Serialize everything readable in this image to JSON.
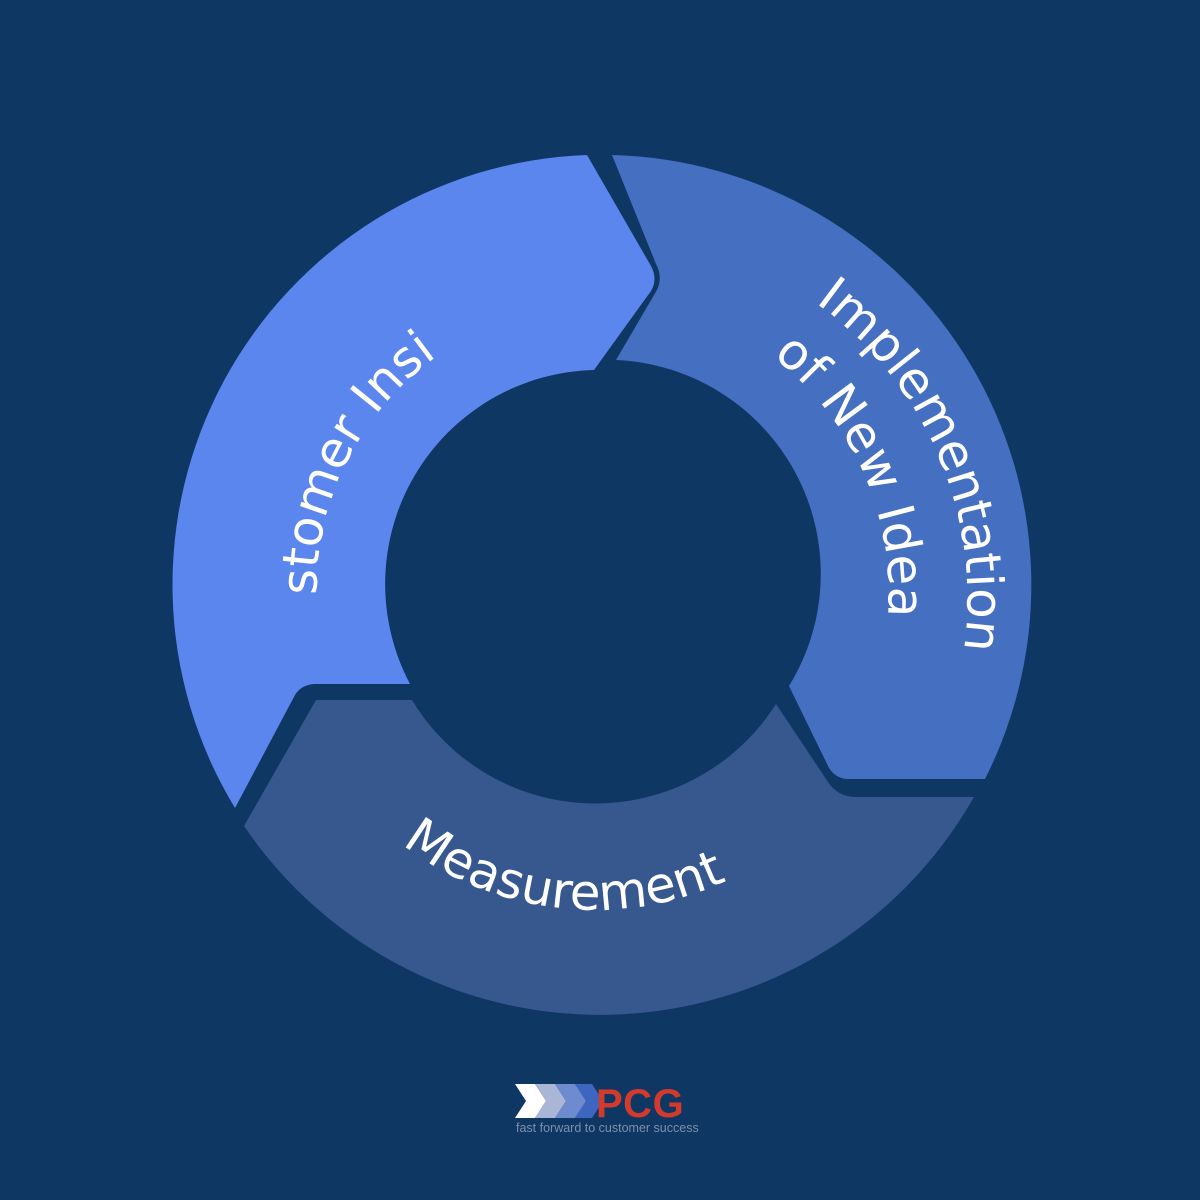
{
  "cycle": {
    "segments": [
      {
        "label": "Customer Insight",
        "color": "#5b86ee"
      },
      {
        "label_line1": "Implementation",
        "label_line2": "of New Ideas",
        "color": "#456fc0"
      },
      {
        "label": "Measurement",
        "color": "#37578f"
      }
    ],
    "background_color": "#0f3764"
  },
  "logo": {
    "name": "PCG",
    "tagline": "fast forward to customer success",
    "colors": {
      "name": "#d43a2c",
      "tagline": "#7e8fa8",
      "chevrons": [
        "#ffffff",
        "#aab6d6",
        "#6e8bd0",
        "#3e66c0"
      ]
    }
  }
}
